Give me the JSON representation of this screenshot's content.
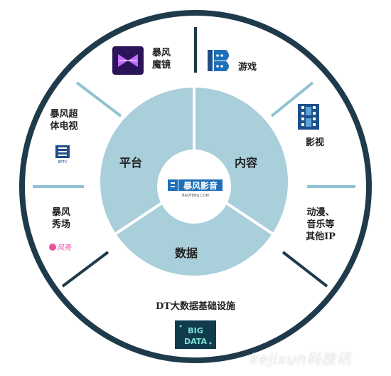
{
  "center_logo": {
    "text": "暴风影音",
    "caption": "BAOFENG.COM"
  },
  "inner_segments": {
    "platform": "平台",
    "content": "内容",
    "data": "数据"
  },
  "outer_items": {
    "mojing": {
      "line1": "暴风",
      "line2": "魔镜"
    },
    "games": {
      "label": "游戏"
    },
    "tv_series": {
      "label": "影视"
    },
    "anime": {
      "line1": "动漫、",
      "line2": "音乐等",
      "line3": "其他IP"
    },
    "bigdata": {
      "label": "DT大数据基础设施",
      "badge1": "BIG",
      "badge2": "DATA"
    },
    "showroom": {
      "line1": "暴风",
      "line2": "秀场",
      "logo_text": "风秀"
    },
    "supertv": {
      "line1": "暴风超",
      "line2": "体电视",
      "logo_text": "BFTV"
    }
  },
  "watermark": {
    "text": "kejixun科技讯"
  },
  "colors": {
    "ring_border": "#1f3a4a",
    "pie_fill": "#a9cfdb",
    "divider": "#8fc3d1",
    "center_fill": "#ffffff",
    "brand_blue": "#1e6fb8"
  }
}
